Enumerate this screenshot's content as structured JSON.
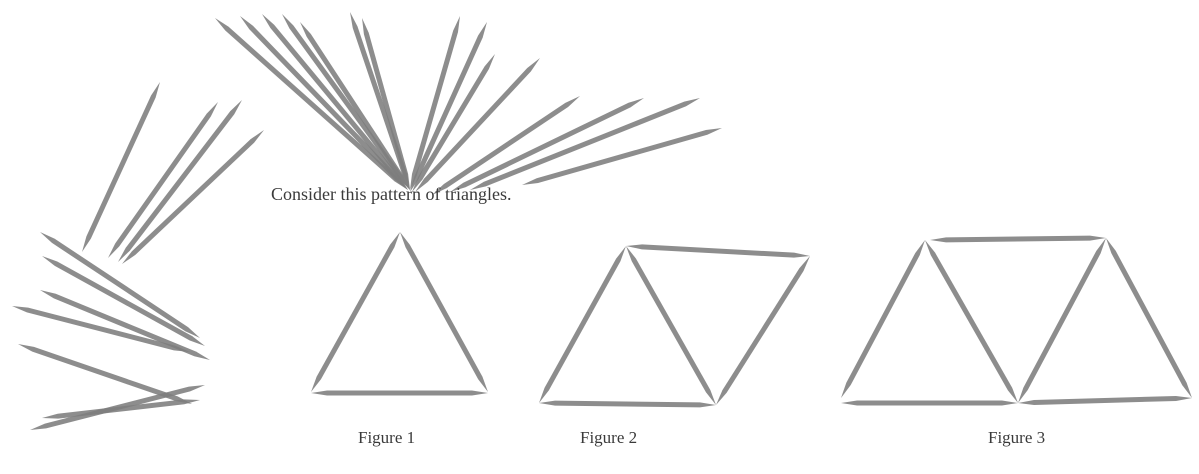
{
  "instruction": "Consider this pattern of triangles.",
  "figures": [
    {
      "caption": "Figure 1",
      "triangles": 1,
      "toothpicks": 3
    },
    {
      "caption": "Figure 2",
      "triangles": 2,
      "toothpicks": 5
    },
    {
      "caption": "Figure 3",
      "triangles": 3,
      "toothpicks": 7
    }
  ],
  "colors": {
    "toothpick": "#7d7d7d",
    "text": "#3a3a3a",
    "background": "#ffffff"
  }
}
